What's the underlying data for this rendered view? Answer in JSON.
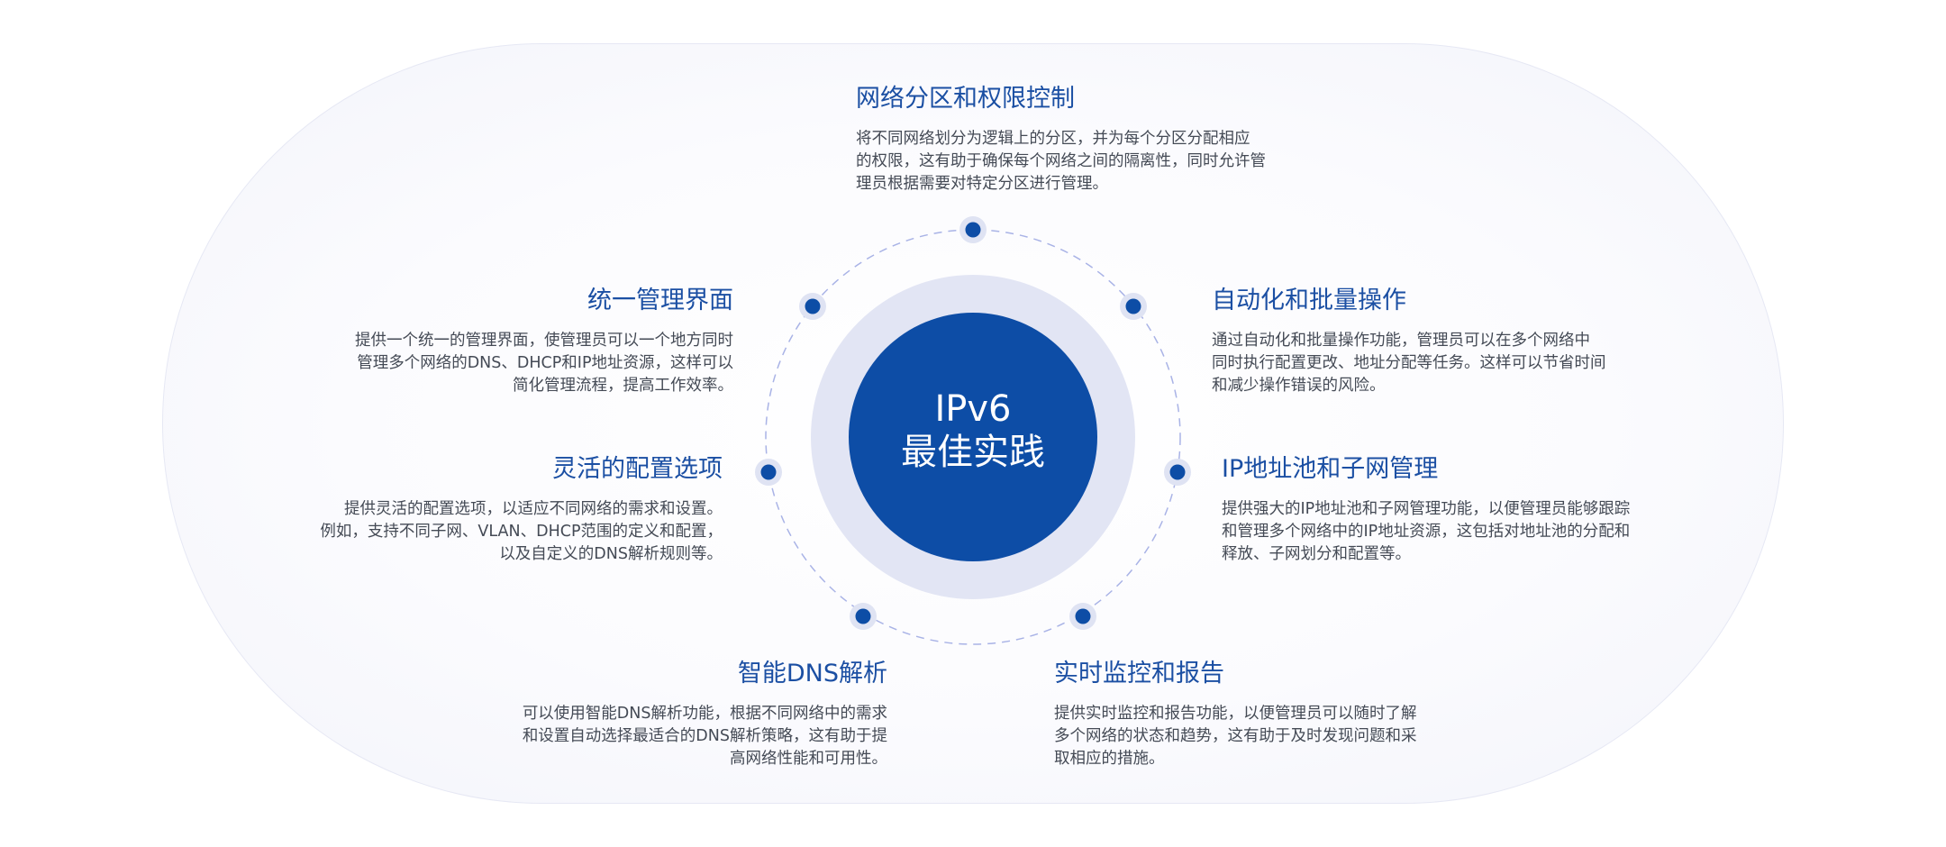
{
  "center": {
    "line1": "IPv6",
    "line2": "最佳实践"
  },
  "colors": {
    "accent": "#1b4fa3",
    "core": "#0d4da6",
    "halo": "#e2e5f4",
    "ring_dash": "#a9b3e6"
  },
  "items": [
    {
      "title": "网络分区和权限控制",
      "desc": "将不同网络划分为逻辑上的分区，并为每个分区分配相应\n的权限，这有助于确保每个网络之间的隔离性，同时允许管\n理员根据需要对特定分区进行管理。"
    },
    {
      "title": "自动化和批量操作",
      "desc": "通过自动化和批量操作功能，管理员可以在多个网络中\n同时执行配置更改、地址分配等任务。这样可以节省时间\n和减少操作错误的风险。"
    },
    {
      "title": "IP地址池和子网管理",
      "desc": "提供强大的IP地址池和子网管理功能，以便管理员能够跟踪\n和管理多个网络中的IP地址资源，这包括对地址池的分配和\n释放、子网划分和配置等。"
    },
    {
      "title": "实时监控和报告",
      "desc": "提供实时监控和报告功能，以便管理员可以随时了解\n多个网络的状态和趋势，这有助于及时发现问题和采\n取相应的措施。"
    },
    {
      "title": "智能DNS解析",
      "desc": "可以使用智能DNS解析功能，根据不同网络中的需求\n和设置自动选择最适合的DNS解析策略，这有助于提\n高网络性能和可用性。"
    },
    {
      "title": "灵活的配置选项",
      "desc": "提供灵活的配置选项，以适应不同网络的需求和设置。\n例如，支持不同子网、VLAN、DHCP范围的定义和配置，\n以及自定义的DNS解析规则等。"
    },
    {
      "title": "统一管理界面",
      "desc": "提供一个统一的管理界面，使管理员可以一个地方同时\n管理多个网络的DNS、DHCP和IP地址资源，这样可以\n简化管理流程，提高工作效率。"
    }
  ]
}
